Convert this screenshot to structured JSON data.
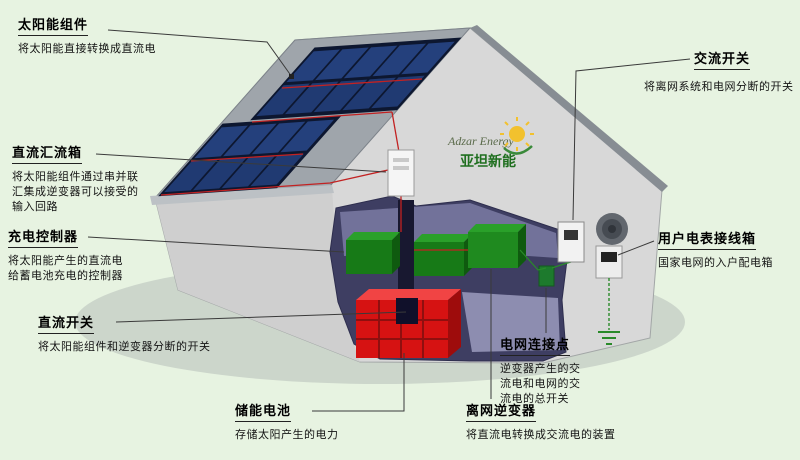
{
  "logo": {
    "name": "Adzar Energy",
    "cn": "亚坦新能"
  },
  "callouts": [
    {
      "id": "solar-module",
      "title": "太阳能组件",
      "desc": "将太阳能直接转换成直流电"
    },
    {
      "id": "dc-combiner-box",
      "title": "直流汇流箱",
      "desc": "将太阳能组件通过串并联汇集成逆变器可以接受的输入回路"
    },
    {
      "id": "charge-controller",
      "title": "充电控制器",
      "desc": "将太阳能产生的直流电给蓄电池充电的控制器"
    },
    {
      "id": "dc-switch",
      "title": "直流开关",
      "desc": "将太阳能组件和逆变器分断的开关"
    },
    {
      "id": "storage-battery",
      "title": "储能电池",
      "desc": "存储太阳产生的电力"
    },
    {
      "id": "ac-switch",
      "title": "交流开关",
      "desc": "将离网系统和电网分断的开关"
    },
    {
      "id": "meter-junction-box",
      "title": "用户电表接线箱",
      "desc": "国家电网的入户配电箱"
    },
    {
      "id": "grid-connection-point",
      "title": "电网连接点",
      "desc": "逆变器产生的交流电和电网的交流电的总开关"
    },
    {
      "id": "offgrid-inverter",
      "title": "离网逆变器",
      "desc": "将直流电转换成交流电的装置"
    }
  ],
  "colors": {
    "background": "#e7f3e1",
    "panel_blue": "#24407c",
    "battery_red": "#d61212",
    "inverter_green": "#1f8a1f",
    "wire_red": "#c22222",
    "wire_green": "#2a8a2a",
    "logo_yellow": "#f2c12e",
    "wall_gray": "#d8d8d8",
    "interior_purple": "#3e3e62"
  }
}
